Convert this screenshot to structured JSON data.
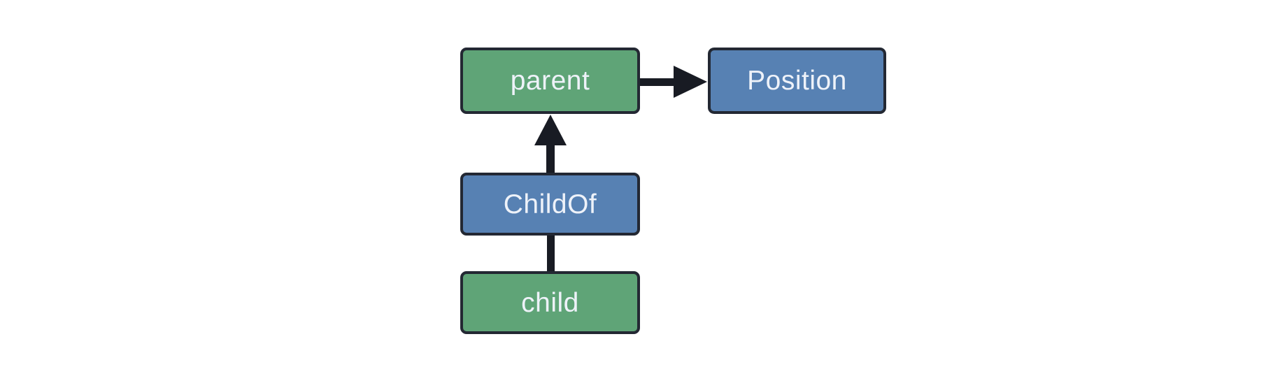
{
  "diagram": {
    "type": "entity-relationship-graph",
    "background": "#ffffff",
    "nodes": [
      {
        "id": "parent",
        "label": "parent",
        "kind": "entity",
        "fill": "#5fa477"
      },
      {
        "id": "Position",
        "label": "Position",
        "kind": "component",
        "fill": "#5781b3"
      },
      {
        "id": "ChildOf",
        "label": "ChildOf",
        "kind": "relationship",
        "fill": "#5781b3"
      },
      {
        "id": "child",
        "label": "child",
        "kind": "entity",
        "fill": "#5fa477"
      }
    ],
    "edges": [
      {
        "from": "parent",
        "to": "Position",
        "style": "arrow",
        "direction": "right"
      },
      {
        "from": "ChildOf",
        "to": "parent",
        "style": "arrow",
        "direction": "up"
      },
      {
        "from": "child",
        "to": "ChildOf",
        "style": "plain-line",
        "direction": "up"
      }
    ],
    "colors": {
      "entity_fill": "#5fa477",
      "component_fill": "#5781b3",
      "node_border": "#232833",
      "node_text": "#eef2f9",
      "connector": "#181b23"
    }
  }
}
